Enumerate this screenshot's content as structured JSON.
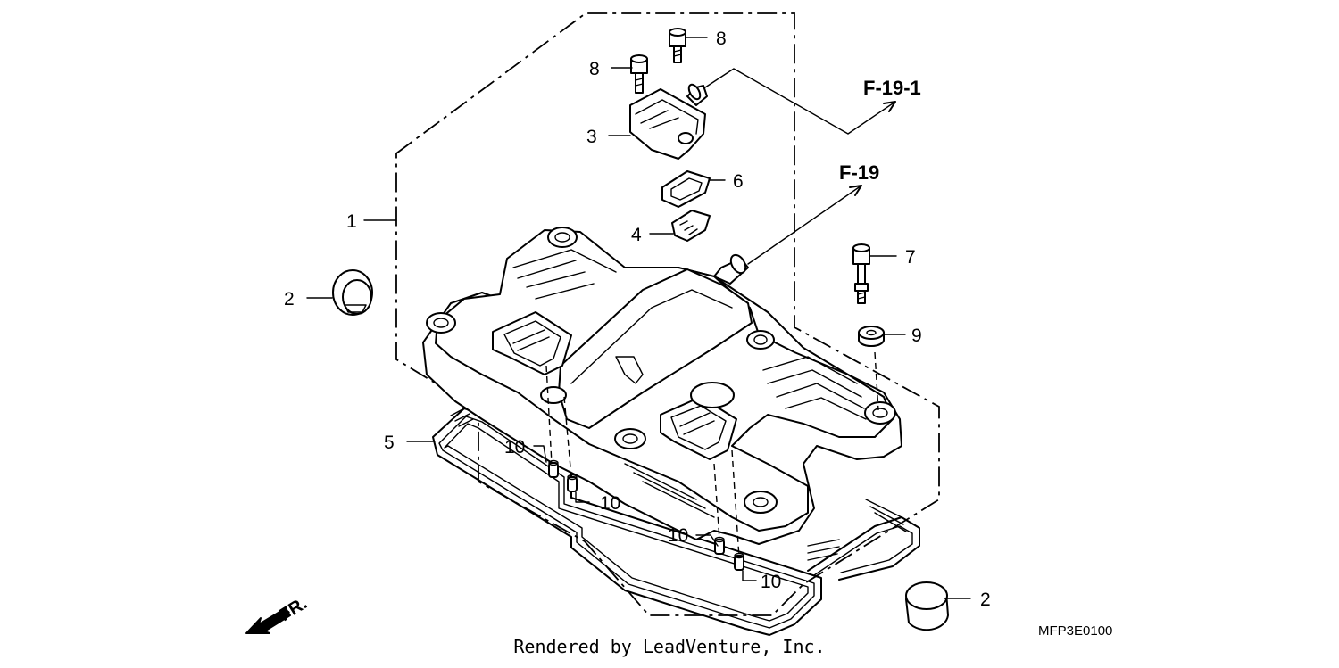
{
  "callouts": {
    "p1": "1",
    "p2_left": "2",
    "p2_right": "2",
    "p3": "3",
    "p4": "4",
    "p5": "5",
    "p6": "6",
    "p7": "7",
    "p8_top": "8",
    "p8_left": "8",
    "p9": "9",
    "p10_a": "10",
    "p10_b": "10",
    "p10_c": "10",
    "p10_d": "10"
  },
  "references": {
    "f19_1": "F-19-1",
    "f19": "F-19"
  },
  "front_indicator": "FR.",
  "diagram_code": "MFP3E0100",
  "footer": "Rendered by LeadVenture, Inc."
}
